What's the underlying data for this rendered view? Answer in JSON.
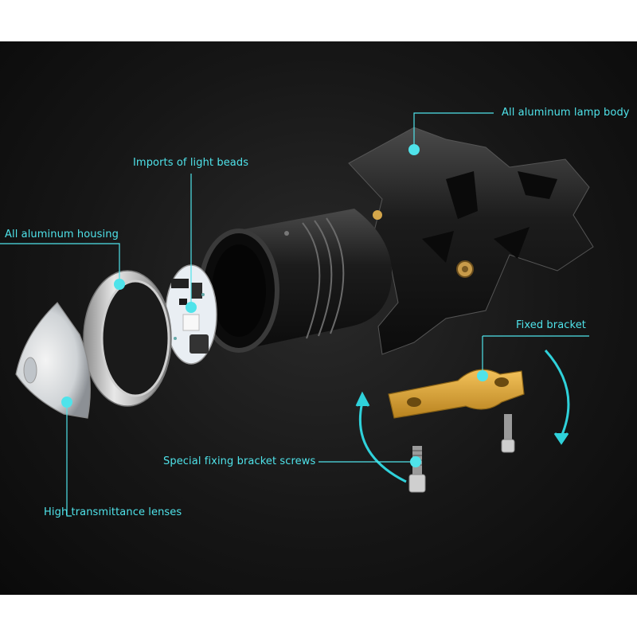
{
  "accent_color": "#4fe3ea",
  "labels": {
    "lamp_body": "All aluminum lamp body",
    "light_beads": "Imports of light beads",
    "housing": "All aluminum housing",
    "fixed_bracket": "Fixed bracket",
    "bracket_screws": "Special fixing bracket screws",
    "lenses": "High transmittance lenses"
  }
}
